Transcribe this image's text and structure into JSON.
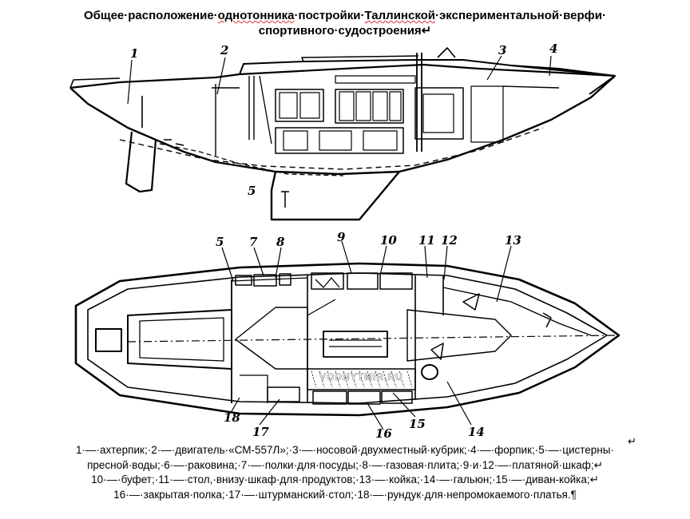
{
  "title": {
    "line1_pre": "Общее·расположение·",
    "line1_err": "однотонника",
    "line1_mid": "·постройки·",
    "line1_err2": "Таллинской",
    "line1_post": "·экспериментальной·верфи·",
    "line2": "спортивного·судостроения↵"
  },
  "figure": {
    "watermark": "VODNYTMIR.RU",
    "labels": {
      "l1": "1",
      "l2": "2",
      "l3": "3",
      "l4": "4",
      "l5": "5",
      "l6": "5",
      "l7": "7",
      "l8": "8",
      "l9": "9",
      "l10": "10",
      "l11": "11",
      "l12": "12",
      "l13": "13",
      "l14": "14",
      "l15": "15",
      "l16": "16",
      "l17": "17",
      "l18": "18"
    }
  },
  "caption": {
    "line0": "↵",
    "line1": "1·—·ахтерпик;·2·—·двигатель·«СМ-557Л»;·3·—·носовой·двухместный·кубрик;·4·—·форпик;·5·—·цистерны·",
    "line2": "пресной·воды;·6·—·раковина;·7·—·полки·для·посуды;·8·—·газовая·плита;·9·и·12·—·платяной·шкаф;↵",
    "line3": "10·—·буфет;·11·—·стол,·внизу·шкаф·для·продуктов;·13·—·койка;·14·—·гальюн;·15·—·диван-койка;↵",
    "line4": "16·—·закрытая·полка;·17·—·штурманский·стол;·18·—·рундук·для·непромокаемого·платья.¶"
  }
}
